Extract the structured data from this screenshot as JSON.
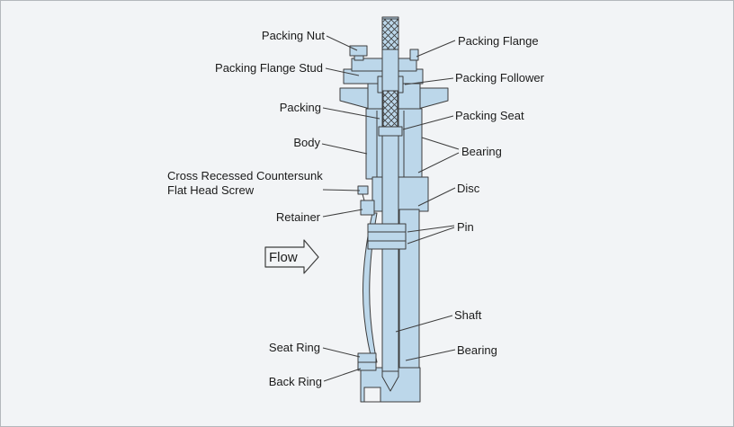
{
  "diagram": {
    "flow_label": "Flow",
    "labels_left": {
      "packing_nut": "Packing Nut",
      "packing_flange_stud": "Packing Flange Stud",
      "packing": "Packing",
      "body": "Body",
      "screw_line1": "Cross Recessed Countersunk",
      "screw_line2": "Flat Head Screw",
      "retainer": "Retainer",
      "seat_ring": "Seat Ring",
      "back_ring": "Back Ring"
    },
    "labels_right": {
      "packing_flange": "Packing Flange",
      "packing_follower": "Packing Follower",
      "packing_seat": "Packing Seat",
      "bearing_top": "Bearing",
      "disc": "Disc",
      "pin": "Pin",
      "shaft": "Shaft",
      "bearing_bottom": "Bearing"
    },
    "colors": {
      "part_fill": "#bcd7ea",
      "outline": "#3d3d3d",
      "background": "#f2f4f6"
    }
  }
}
